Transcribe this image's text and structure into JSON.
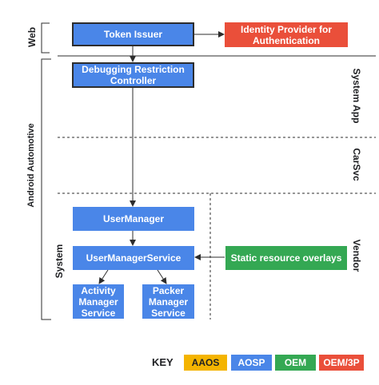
{
  "nodes": {
    "token_issuer": "Token Issuer",
    "identity_provider": "Identity Provider for Authentication",
    "debugging_restriction_controller": "Debugging Restriction Controller",
    "user_manager": "UserManager",
    "user_manager_service": "UserManagerService",
    "static_resource_overlays": "Static resource overlays",
    "activity_manager_service": "Activity Manager Service",
    "packer_manager_service": "Packer Manager Service"
  },
  "regions": {
    "web": "Web",
    "android_automotive": "Android Automotive",
    "system": "System",
    "system_app": "System App",
    "carsvc": "CarSvc",
    "vendor": "Vendor"
  },
  "key": {
    "title": "KEY",
    "items": [
      {
        "label": "AAOS",
        "color": "#f4b400"
      },
      {
        "label": "AOSP",
        "color": "#4a86e8"
      },
      {
        "label": "OEM",
        "color": "#34a853"
      },
      {
        "label": "OEM/3P",
        "color": "#ea4f3a"
      }
    ]
  },
  "colors": {
    "aosp_blue": "#4a86e8",
    "oem_green": "#34a853",
    "oem3p_red": "#ea4f3a",
    "aaos_amber": "#f4b400",
    "line": "#2d2d2d"
  }
}
